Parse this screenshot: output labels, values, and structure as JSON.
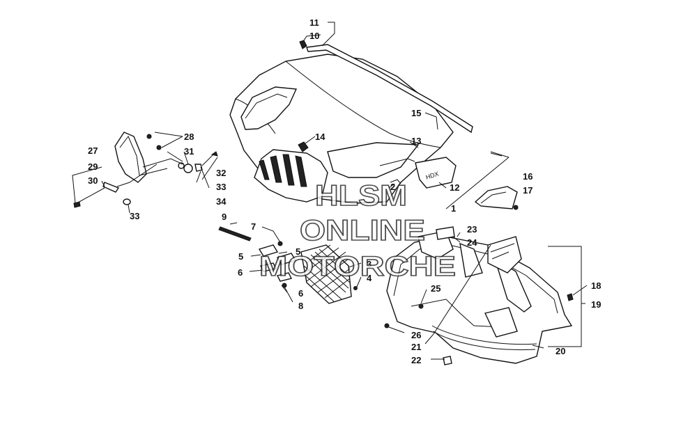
{
  "callouts": {
    "c1": "1",
    "c2": "2",
    "c3": "3",
    "c4": "4",
    "c5a": "5",
    "c5b": "5",
    "c6a": "6",
    "c6b": "6",
    "c7": "7",
    "c8": "8",
    "c9": "9",
    "c10": "10",
    "c11": "11",
    "c12": "12",
    "c13": "13",
    "c14": "14",
    "c15": "15",
    "c16": "16",
    "c17": "17",
    "c18": "18",
    "c19": "19",
    "c20": "20",
    "c21": "21",
    "c22": "22",
    "c23": "23",
    "c24": "24",
    "c25": "25",
    "c26": "26",
    "c27": "27",
    "c28": "28",
    "c29": "29",
    "c30": "30",
    "c31": "31",
    "c32": "32",
    "c33a": "33",
    "c33b": "33",
    "c34": "34"
  },
  "watermark": {
    "line1": "HLSM",
    "line2": "ONLINE",
    "line3": "MOTORCHE"
  }
}
